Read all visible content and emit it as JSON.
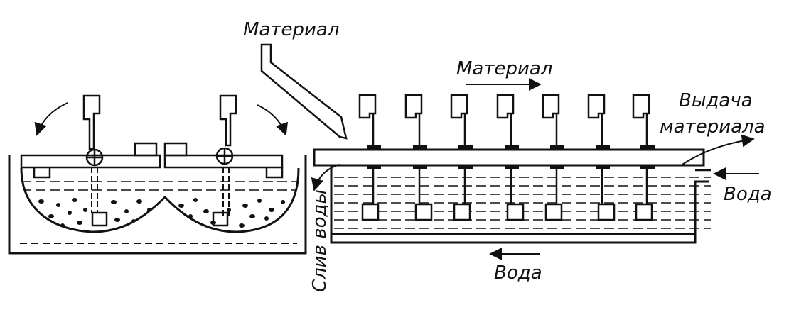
{
  "labels": {
    "material_top": "Материал",
    "material_flow": "Материал",
    "discharge_line1": "Выдача",
    "discharge_line2": "материала",
    "water_in": "Вода",
    "water_bottom": "Вода",
    "water_drain": "Слив воды"
  },
  "colors": {
    "ink": "#111111",
    "background": "#ffffff"
  }
}
